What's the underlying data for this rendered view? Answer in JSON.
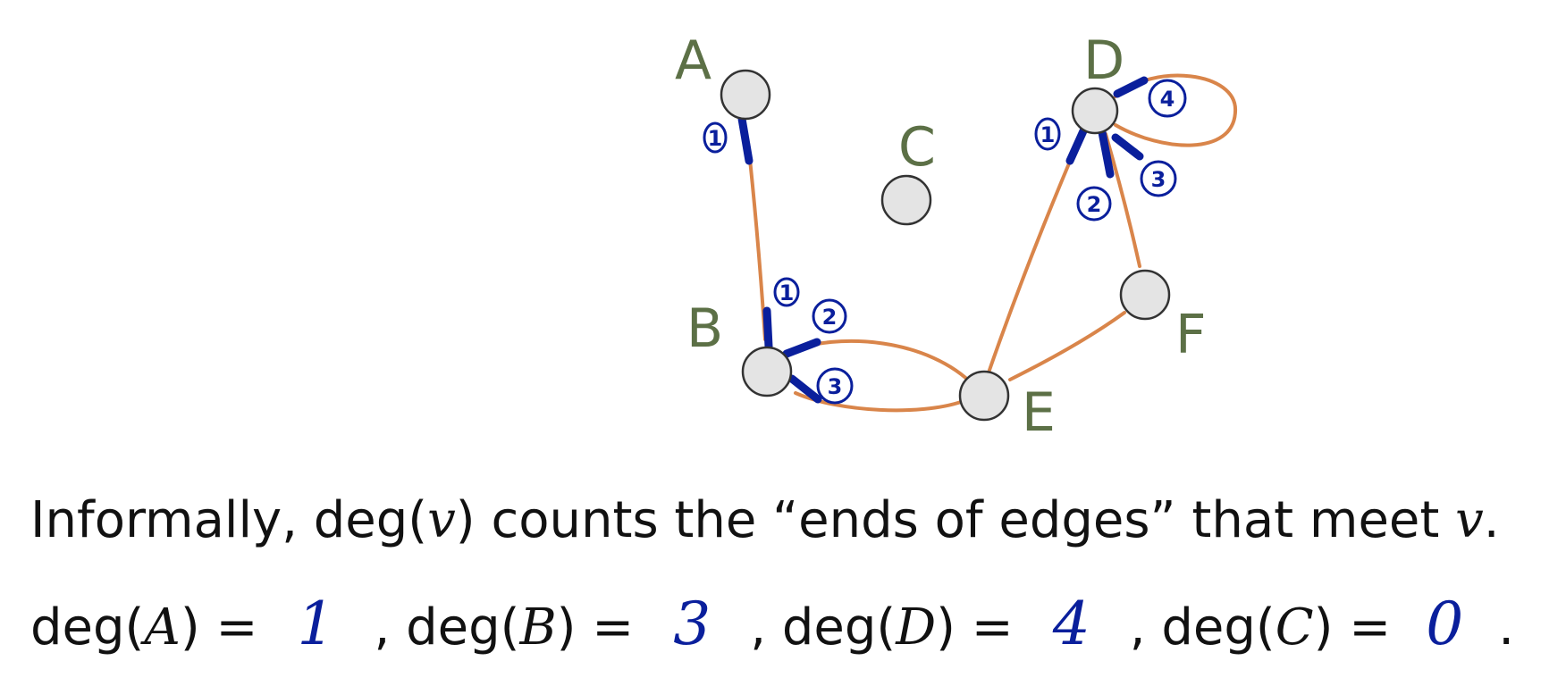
{
  "vertices": [
    {
      "id": "A",
      "label": "A"
    },
    {
      "id": "B",
      "label": "B"
    },
    {
      "id": "C",
      "label": "C"
    },
    {
      "id": "D",
      "label": "D"
    },
    {
      "id": "E",
      "label": "E"
    },
    {
      "id": "F",
      "label": "F"
    }
  ],
  "edges": [
    {
      "from": "A",
      "to": "B"
    },
    {
      "from": "B",
      "to": "E"
    },
    {
      "from": "B",
      "to": "E"
    },
    {
      "from": "D",
      "to": "E"
    },
    {
      "from": "D",
      "to": "F"
    },
    {
      "from": "E",
      "to": "F"
    },
    {
      "from": "D",
      "to": "D",
      "type": "loop"
    }
  ],
  "end_labels": {
    "A": [
      "1"
    ],
    "B": [
      "1",
      "2",
      "3"
    ],
    "D": [
      "1",
      "2",
      "3",
      "4"
    ]
  },
  "text": {
    "caption_1": "Informally, deg(",
    "caption_v": "v",
    "caption_2": ") counts the “ends of edges” that meet ",
    "caption_v2": "v",
    "caption_3": "."
  },
  "degrees": [
    {
      "prefix": "deg(",
      "vertex": "A",
      "suffix": ") =",
      "value": "1",
      "sep": ","
    },
    {
      "prefix": "deg(",
      "vertex": "B",
      "suffix": ") =",
      "value": "3",
      "sep": ","
    },
    {
      "prefix": "deg(",
      "vertex": "D",
      "suffix": ") =",
      "value": "4",
      "sep": ","
    },
    {
      "prefix": "deg(",
      "vertex": "C",
      "suffix": ") =",
      "value": "0",
      "sep": "."
    }
  ],
  "colors": {
    "edge": "#d9854a",
    "vertex_fill": "#e4e4e4",
    "vertex_label": "#5c7046",
    "annotation": "#0a1f9c",
    "text": "#111111"
  }
}
